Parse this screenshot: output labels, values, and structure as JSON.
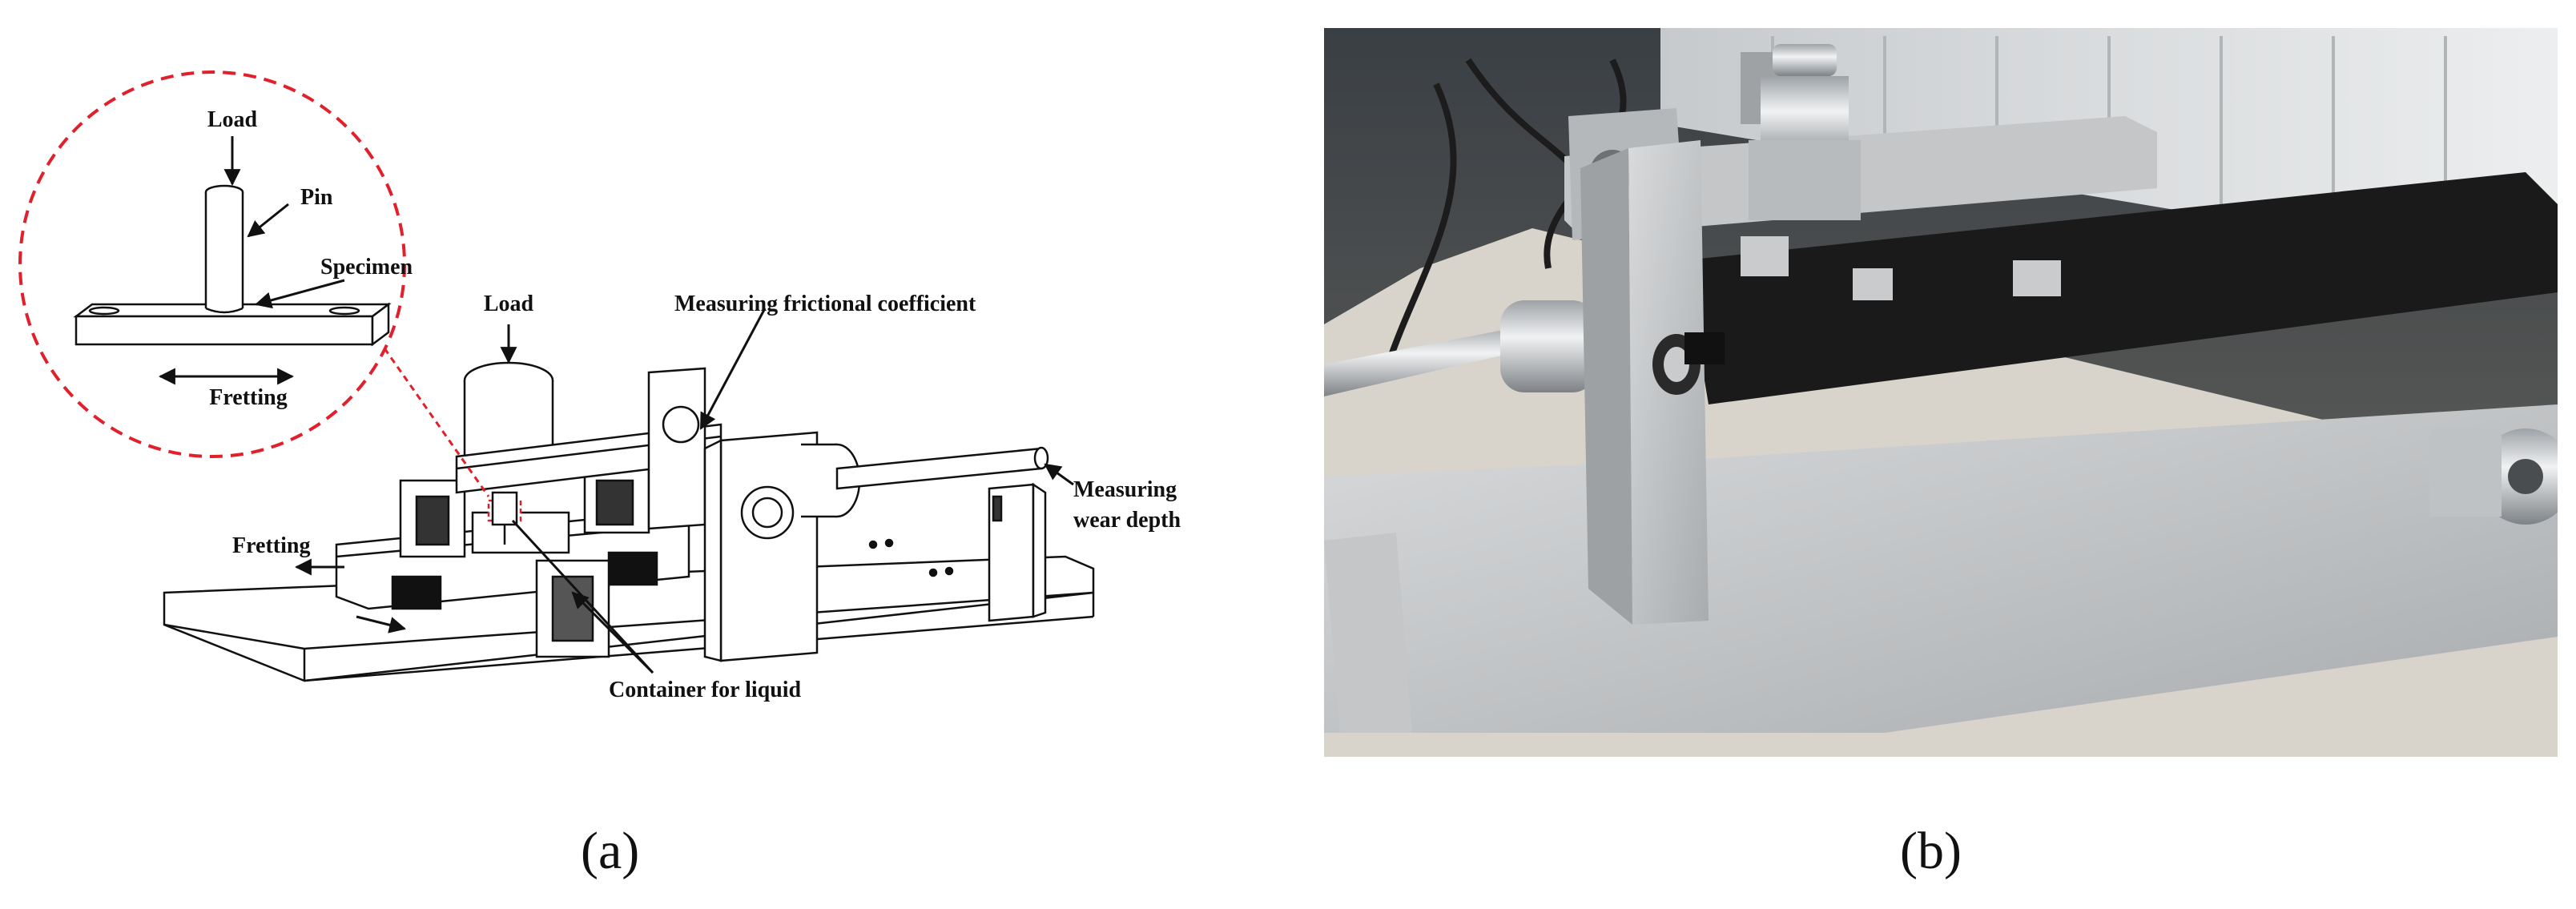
{
  "panel_a": {
    "inset": {
      "load": "Load",
      "pin": "Pin",
      "specimen": "Specimen",
      "fretting": "Fretting"
    },
    "main": {
      "load": "Load",
      "measuring_friction": "Measuring frictional  coefficient",
      "measuring_wear_1": "Measuring",
      "measuring_wear_2": "wear depth",
      "fretting": "Fretting",
      "container": "Container for liquid"
    },
    "label": "(a)"
  },
  "panel_b": {
    "label": "(b)"
  },
  "colors": {
    "inset_circle": "#e0202a",
    "line": "#111111",
    "metal": "#c9cbcd",
    "bench": "#d9d4cb"
  }
}
